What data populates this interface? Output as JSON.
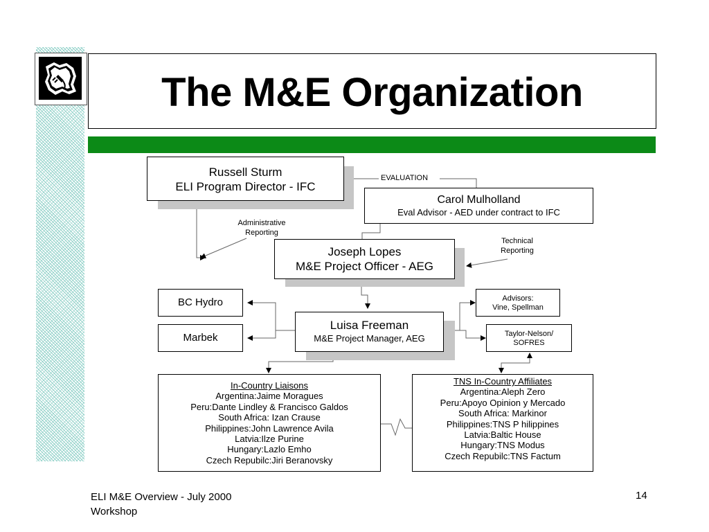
{
  "title": "The M&E Organization",
  "nodes": {
    "russell": {
      "name": "Russell Sturm",
      "role": "ELI Program Director - IFC"
    },
    "carol": {
      "name": "Carol Mulholland",
      "role": "Eval Advisor - AED under contract to IFC"
    },
    "joseph": {
      "name": "Joseph Lopes",
      "role": "M&E Project Officer - AEG"
    },
    "luisa": {
      "name": "Luisa Freeman",
      "role": "M&E Project Manager, AEG"
    },
    "bchydro": {
      "name": "BC Hydro"
    },
    "marbek": {
      "name": "Marbek"
    },
    "advisors": {
      "line1": "Advisors:",
      "line2": "Vine, Spellman"
    },
    "taylor": {
      "line1": "Taylor-Nelson/",
      "line2": "SOFRES"
    }
  },
  "labels": {
    "evaluation": "EVALUATION",
    "admin1": "Administrative",
    "admin2": "Reporting",
    "tech1": "Technical",
    "tech2": "Reporting"
  },
  "liaisons": {
    "heading": "In-Country Liaisons",
    "items": [
      "Argentina:Jaime Moragues",
      "Peru:Dante Lindley & Francisco Galdos",
      "South Africa: Izan Crause",
      "Philippines:John Lawrence Avila",
      "Latvia:Ilze Purine",
      "Hungary:Lazlo Emho",
      "Czech Repubilc:Jiri Beranovsky"
    ]
  },
  "affiliates": {
    "heading": "TNS In-Country Affiliates",
    "items": [
      "Argentina:Aleph Zero",
      "Peru:Apoyo Opinion y Mercado",
      "South Africa: Markinor",
      "Philippines:TNS P hilippines",
      "Latvia:Baltic House",
      "Hungary:TNS Modus",
      "Czech Repubilc:TNS Factum"
    ]
  },
  "footer": {
    "line1": "ELI M&E Overview - July 2000",
    "line2": "Workshop",
    "page": "14"
  }
}
